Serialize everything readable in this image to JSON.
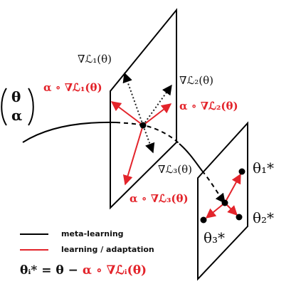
{
  "labels": {
    "grad_l1": "∇ℒ₁(θ)",
    "grad_l2": "∇ℒ₂(θ)",
    "grad_l3": "∇ℒ₃(θ)",
    "alpha_grad_l1": "α ∘ ∇ℒ₁(θ)",
    "alpha_grad_l2": "α ∘ ∇ℒ₂(θ)",
    "alpha_grad_l3": "α ∘ ∇ℒ₃(θ)",
    "theta_star_1": "θ₁*",
    "theta_star_2": "θ₂*",
    "theta_star_3": "θ₃*",
    "param_vector_top": "θ",
    "param_vector_bottom": "α"
  },
  "legend": {
    "meta_learning": "meta-learning",
    "learning_adaptation": "learning / adaptation"
  },
  "formula": {
    "lhs": "θᵢ* = θ −",
    "rhs_red": "α ∘ ∇ℒᵢ(θ)"
  },
  "colors": {
    "meta_line": "#000000",
    "adaptation": "#e3242b",
    "gradient_dotted": "#222222"
  }
}
